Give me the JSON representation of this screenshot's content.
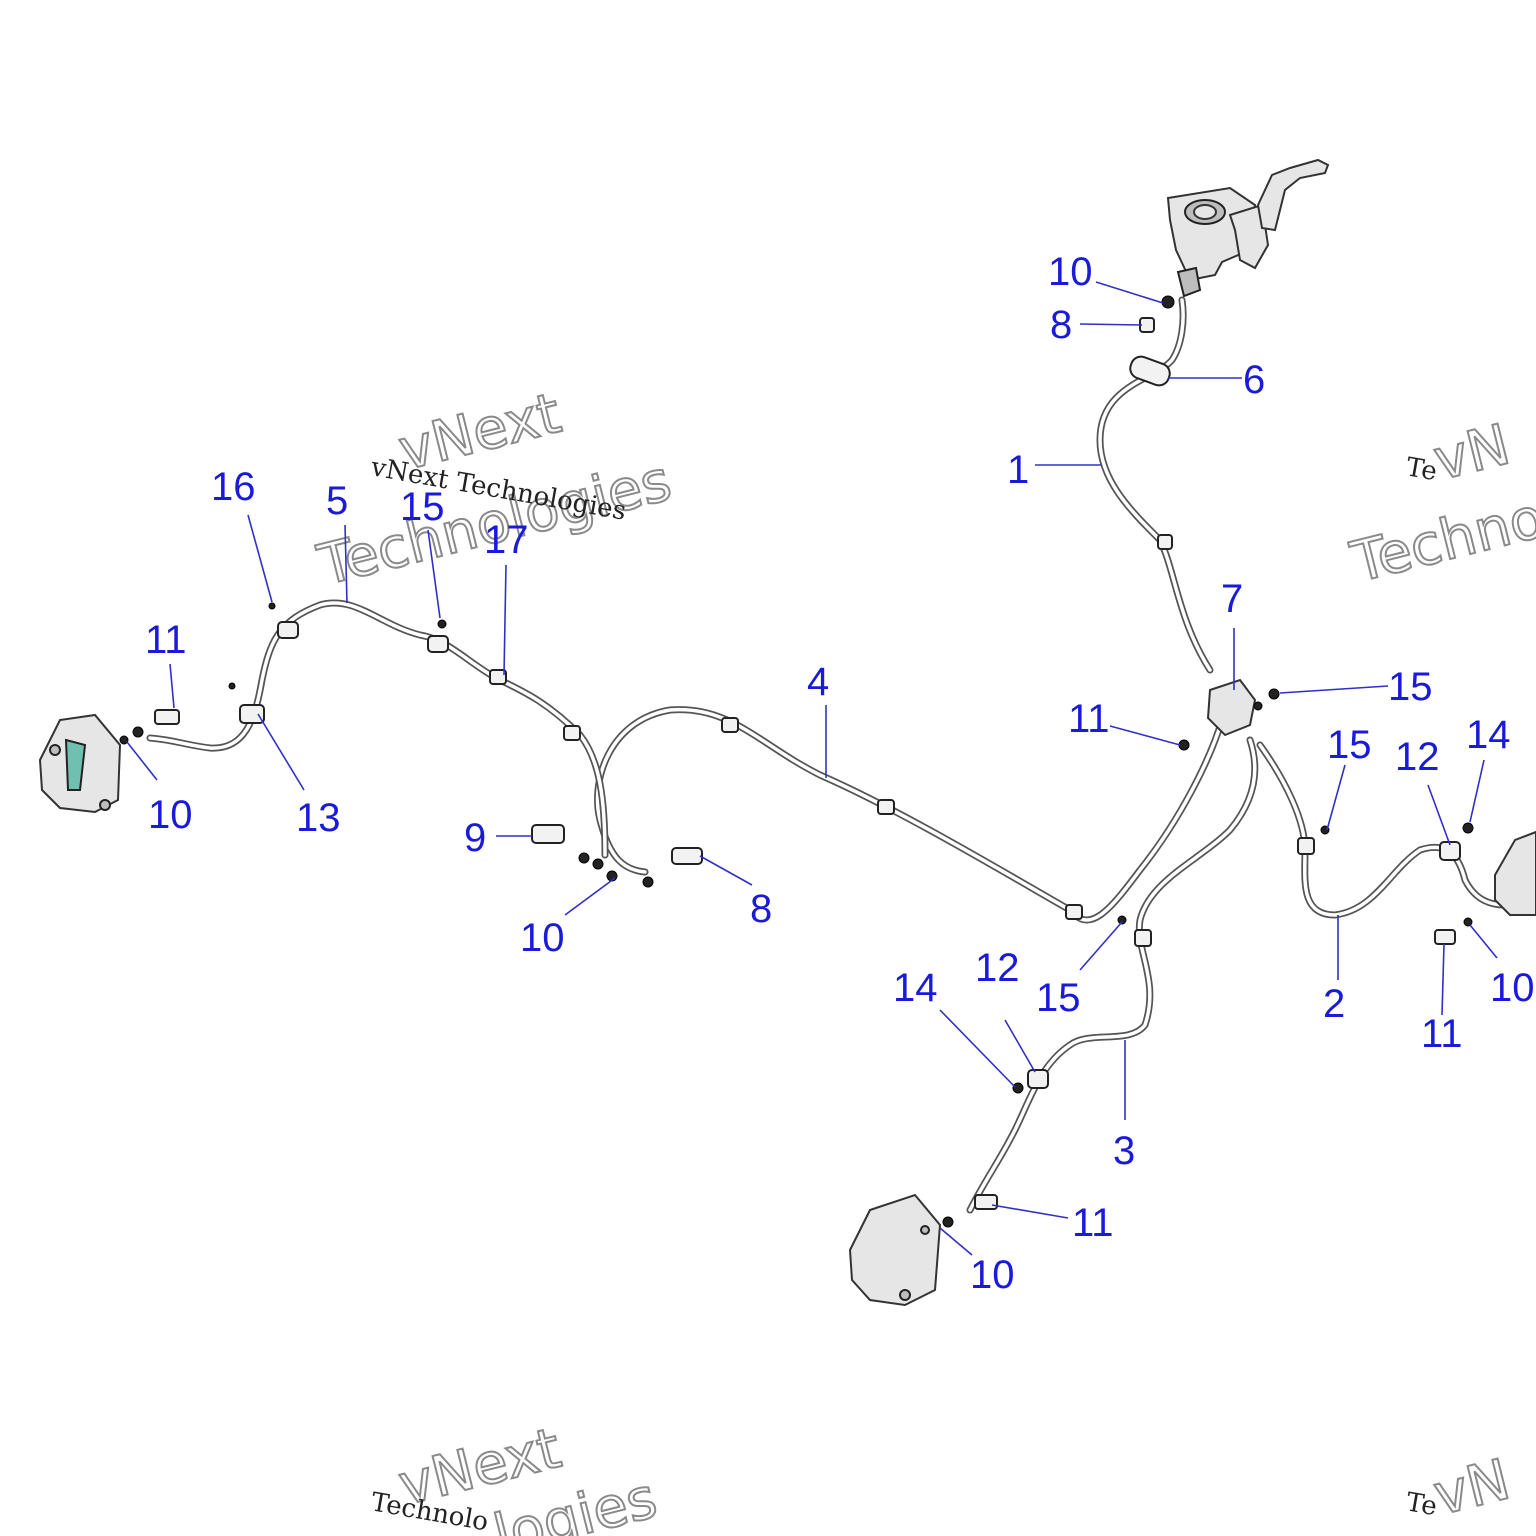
{
  "watermark": {
    "brand": "vNext",
    "line": "vNext Technologies",
    "word": "Technologies",
    "word_cut": "Te",
    "word_cut_2": "Techno",
    "word_cut_3": "Technolo",
    "word_cut_4": "logies",
    "brand_cut": "vNe",
    "brand_cut_2": "vN"
  },
  "callouts": [
    {
      "id": "c10-top",
      "label": "10"
    },
    {
      "id": "c8-top",
      "label": "8"
    },
    {
      "id": "c6",
      "label": "6"
    },
    {
      "id": "c1",
      "label": "1"
    },
    {
      "id": "c7",
      "label": "7"
    },
    {
      "id": "c15-right",
      "label": "15"
    },
    {
      "id": "c11-mid",
      "label": "11"
    },
    {
      "id": "c15-r2",
      "label": "15"
    },
    {
      "id": "c12-right",
      "label": "12"
    },
    {
      "id": "c14-right",
      "label": "14"
    },
    {
      "id": "c16",
      "label": "16"
    },
    {
      "id": "c5",
      "label": "5"
    },
    {
      "id": "c15-left",
      "label": "15"
    },
    {
      "id": "c17",
      "label": "17"
    },
    {
      "id": "c11-left",
      "label": "11"
    },
    {
      "id": "c10-left",
      "label": "10"
    },
    {
      "id": "c13",
      "label": "13"
    },
    {
      "id": "c4",
      "label": "4"
    },
    {
      "id": "c9",
      "label": "9"
    },
    {
      "id": "c10-mid",
      "label": "10"
    },
    {
      "id": "c8-mid",
      "label": "8"
    },
    {
      "id": "c14-low",
      "label": "14"
    },
    {
      "id": "c12-low",
      "label": "12"
    },
    {
      "id": "c15-low",
      "label": "15"
    },
    {
      "id": "c3",
      "label": "3"
    },
    {
      "id": "c2",
      "label": "2"
    },
    {
      "id": "c11-right",
      "label": "11"
    },
    {
      "id": "c10-right",
      "label": "10"
    },
    {
      "id": "c11-bottom",
      "label": "11"
    },
    {
      "id": "c10-bottom",
      "label": "10"
    }
  ]
}
